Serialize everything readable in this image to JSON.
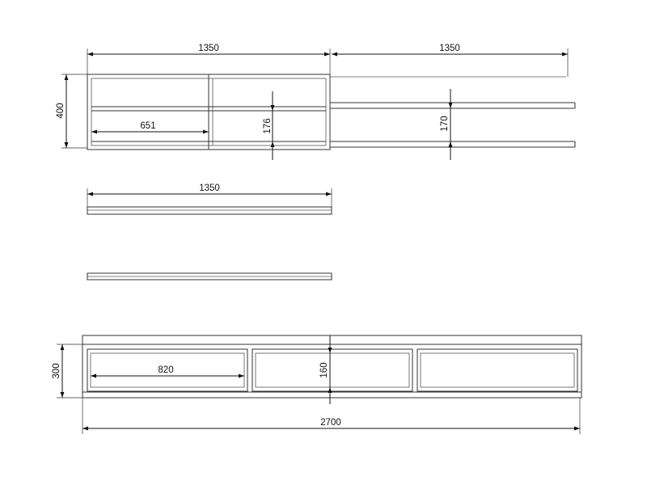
{
  "dimensions": {
    "top_left_width": "1350",
    "top_right_width": "1350",
    "top_height": "400",
    "top_inner_width": "651",
    "top_shelf_gap": "176",
    "top_right_shelf_gap": "170",
    "board_width": "1350",
    "bottom_height": "300",
    "drawer_width": "820",
    "drawer_height": "160",
    "total_width": "2700"
  },
  "colors": {
    "line": "#333333",
    "dimension": "#111111"
  }
}
